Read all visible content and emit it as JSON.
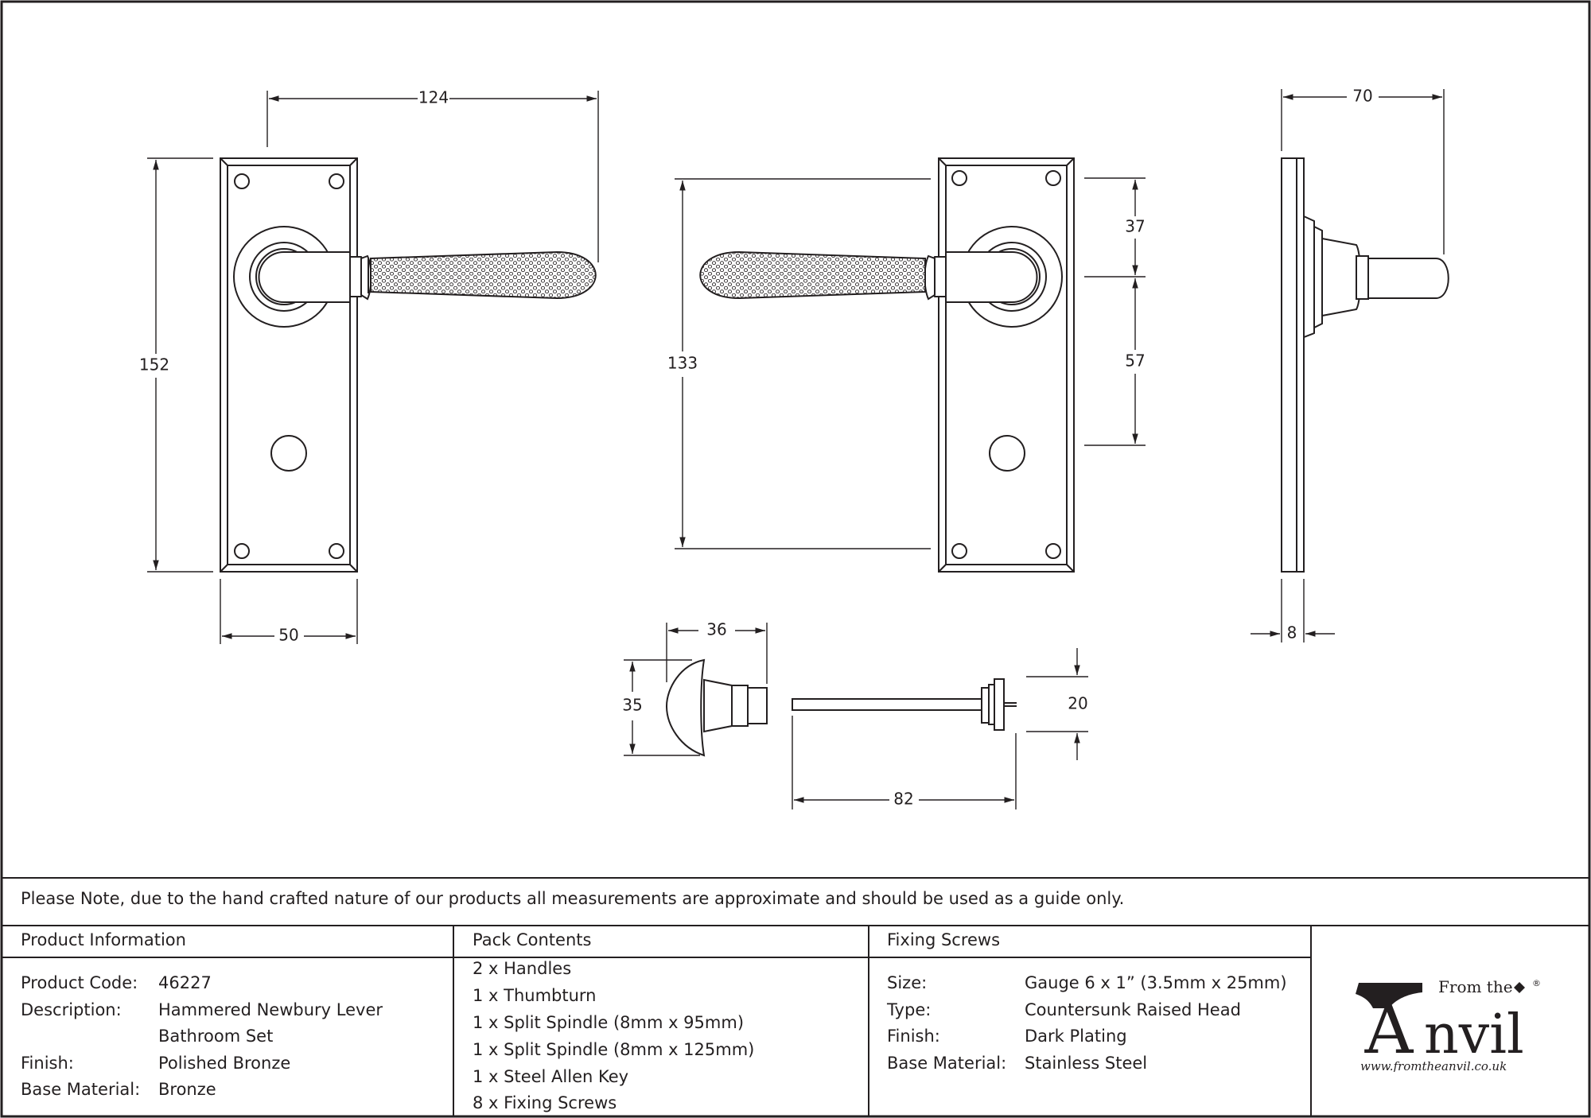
{
  "dimensions": {
    "front_width_overall": "124",
    "front_height": "152",
    "plate_width": "50",
    "spindle_height": "133",
    "lever_to_top": "37",
    "lever_to_keyhole": "57",
    "side_projection": "70",
    "side_plate_thickness": "8",
    "thumbturn_depth": "36",
    "thumbturn_diameter": "35",
    "spindle_length": "82",
    "spindle_head_height": "20"
  },
  "note": "Please Note, due to the hand crafted nature of our products all measurements are approximate and should be used as a guide only.",
  "product_information": {
    "heading": "Product Information",
    "rows": [
      {
        "label": "Product Code:",
        "value": "46227"
      },
      {
        "label": "Description:",
        "value": "Hammered Newbury Lever"
      },
      {
        "label": "",
        "value": "Bathroom Set"
      },
      {
        "label": "Finish:",
        "value": "Polished Bronze"
      },
      {
        "label": "Base Material:",
        "value": "Bronze"
      }
    ]
  },
  "pack_contents": {
    "heading": "Pack Contents",
    "items": [
      "2 x Handles",
      "1 x Thumbturn",
      "1 x Split Spindle (8mm x 95mm)",
      "1 x Split Spindle (8mm x 125mm)",
      "1 x Steel Allen Key",
      "8 x Fixing Screws"
    ]
  },
  "fixing_screws": {
    "heading": "Fixing Screws",
    "rows": [
      {
        "label": "Size:",
        "value": "Gauge 6 x 1” (3.5mm x 25mm)"
      },
      {
        "label": "Type:",
        "value": "Countersunk Raised Head"
      },
      {
        "label": "Finish:",
        "value": "Dark Plating"
      },
      {
        "label": "Base Material:",
        "value": "Stainless Steel"
      }
    ]
  },
  "logo": {
    "from_the": "From the",
    "brand": "Anvil",
    "registered": "®",
    "url": "www.fromtheanvil.co.uk"
  },
  "colors": {
    "line": "#231f20",
    "background": "#ffffff"
  }
}
